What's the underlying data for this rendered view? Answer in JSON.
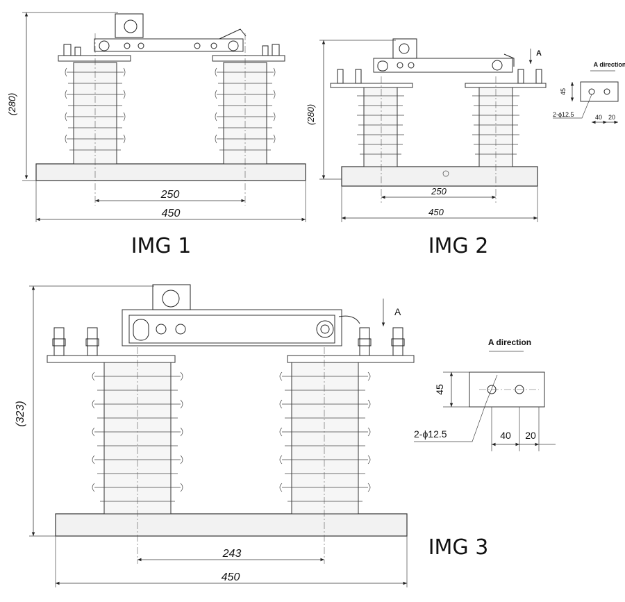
{
  "img1": {
    "caption": "IMG 1",
    "height_dim": "(280)",
    "pitch_dim": "250",
    "width_dim": "450"
  },
  "img2": {
    "caption": "IMG 2",
    "height_dim": "(280)",
    "pitch_dim": "250",
    "width_dim": "450",
    "arrow_label": "A",
    "detail": {
      "title": "A direction",
      "height_dim": "45",
      "hole_dim": "2-ϕ12.5",
      "dim_a": "40",
      "dim_b": "20"
    }
  },
  "img3": {
    "caption": "IMG 3",
    "height_dim": "(323)",
    "pitch_dim": "243",
    "width_dim": "450",
    "arrow_label": "A",
    "detail": {
      "title": "A direction",
      "height_dim": "45",
      "hole_dim": "2-ϕ12.5",
      "dim_a": "40",
      "dim_b": "20"
    }
  }
}
